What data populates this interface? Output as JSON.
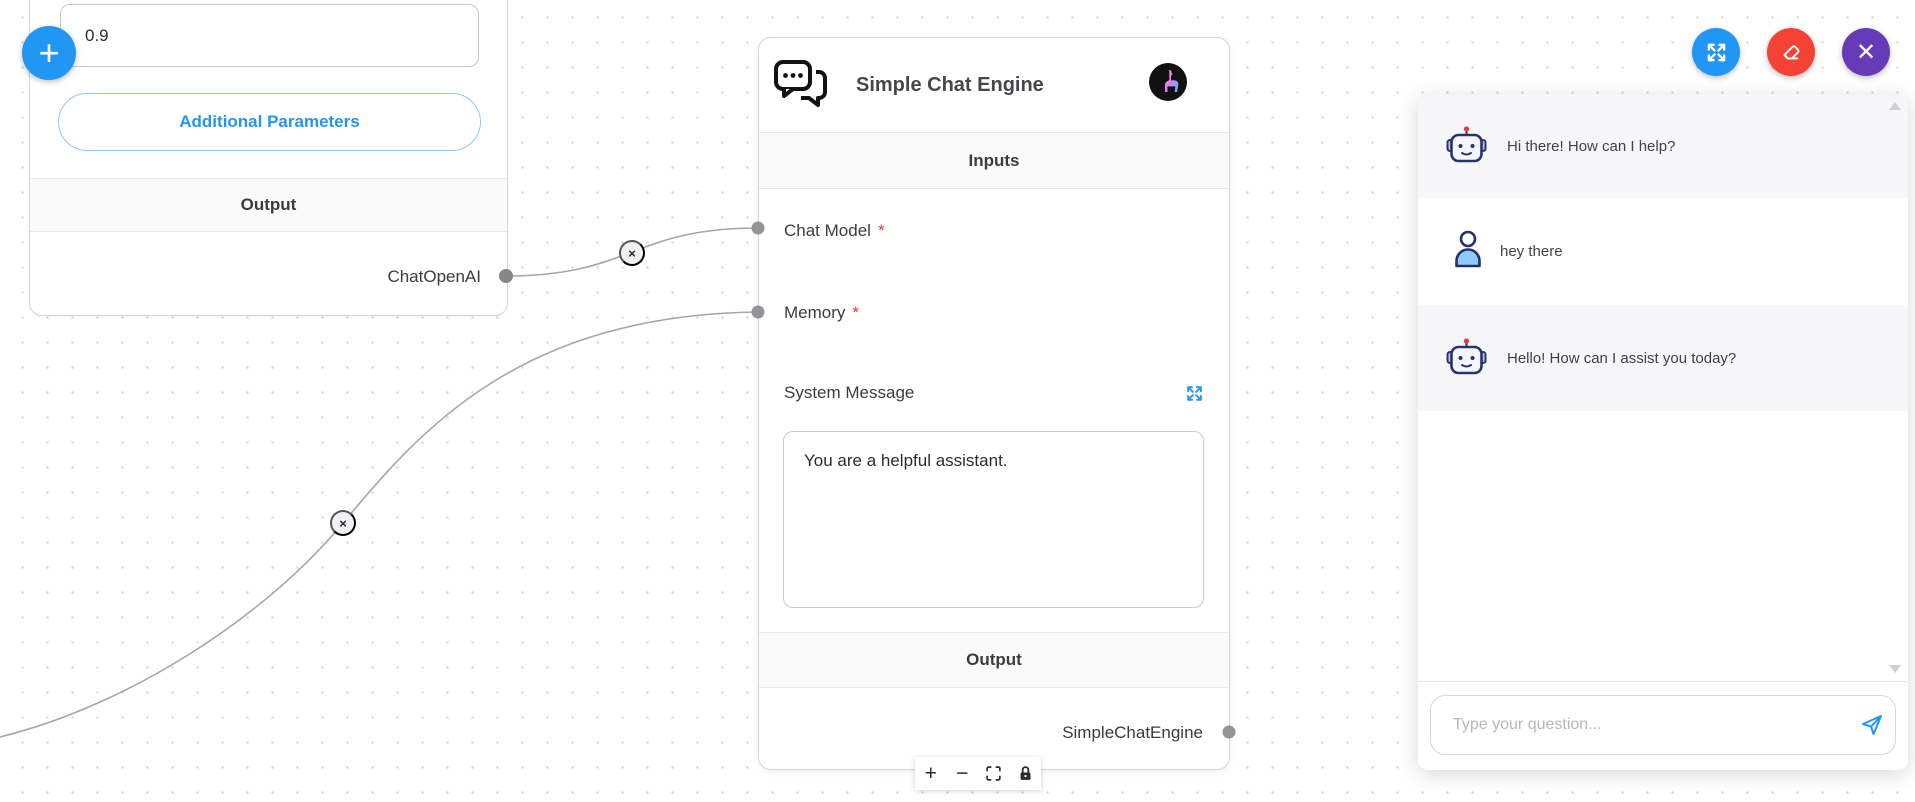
{
  "colors": {
    "accent_blue": "#2196f3",
    "danger_red": "#f44336",
    "close_purple": "#673ab7",
    "required_red": "#e53935",
    "edge_gray": "#a5a5ab",
    "band_gray": "#fafafa",
    "bot_message_gray": "#f7f7f9"
  },
  "icons": {
    "add_node": "+",
    "close": "✕",
    "edge_delete": "×",
    "zoom_in": "+",
    "zoom_out": "−"
  },
  "left_node": {
    "temperature_value": "0.9",
    "additional_parameters_label": "Additional Parameters",
    "output_header": "Output",
    "output_anchor": "ChatOpenAI"
  },
  "center_node": {
    "title": "Simple Chat Engine",
    "inputs_header": "Inputs",
    "inputs": [
      {
        "label": "Chat Model",
        "star": "*"
      },
      {
        "label": "Memory",
        "star": "*"
      },
      {
        "label": "System Message",
        "star": ""
      }
    ],
    "system_message_value": "You are a helpful assistant.",
    "output_header": "Output",
    "output_anchor": "SimpleChatEngine"
  },
  "chat_panel": {
    "messages": [
      {
        "role": "bot",
        "text": "Hi there! How can I help?"
      },
      {
        "role": "user",
        "text": "hey there"
      },
      {
        "role": "bot",
        "text": "Hello! How can I assist you today?"
      }
    ],
    "input_placeholder": "Type your question..."
  }
}
